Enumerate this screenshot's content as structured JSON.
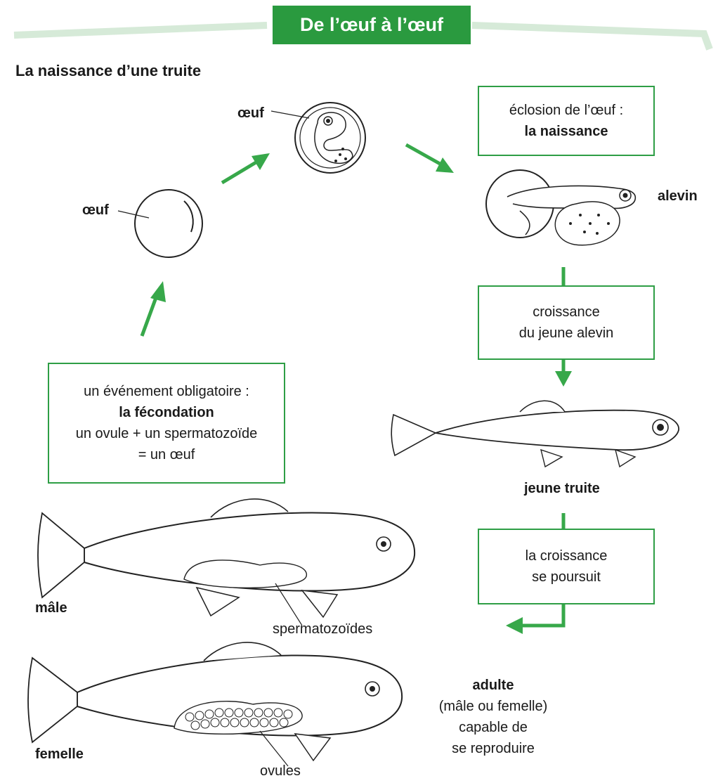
{
  "title": "De l’œuf à l’œuf",
  "subtitle": "La naissance d’une truite",
  "labels": {
    "oeuf_1": "œuf",
    "oeuf_2": "œuf",
    "alevin": "alevin",
    "jeune_truite": "jeune truite",
    "male": "mâle",
    "femelle": "femelle",
    "spermatozoides": "spermatozoïdes",
    "ovules": "ovules"
  },
  "boxes": {
    "eclosion": {
      "line1": "éclosion de l’œuf :",
      "line2": "la naissance"
    },
    "croissance": {
      "line1": "croissance",
      "line2": "du jeune alevin"
    },
    "poursuit": {
      "line1": "la croissance",
      "line2": "se poursuit"
    },
    "fecondation": {
      "line1": "un événement obligatoire :",
      "line2": "la fécondation",
      "line3": "un ovule + un spermatozoïde",
      "line4": "= un œuf"
    }
  },
  "adulte": {
    "line1": "adulte",
    "line2": "(mâle ou femelle)",
    "line3": "capable de",
    "line4": "se reproduire"
  },
  "colors": {
    "accent": "#2a9a3f",
    "arrow": "#37a84a",
    "ink": "#1a1a1a"
  }
}
